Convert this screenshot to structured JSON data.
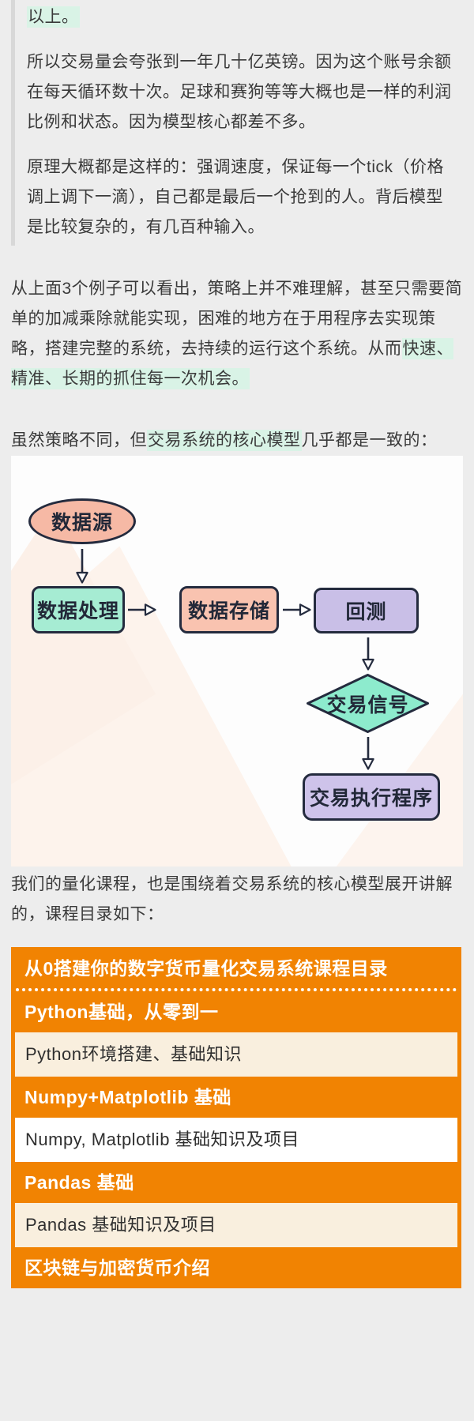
{
  "page": {
    "background_color": "#ededed",
    "text_color": "#3a3a3a",
    "highlight_color": "#d9f3e6"
  },
  "quote": {
    "p0": "以上。",
    "p1": "所以交易量会夸张到一年几十亿英镑。因为这个账号余额在每天循环数十次。足球和赛狗等等大概也是一样的利润比例和状态。因为模型核心都差不多。",
    "p2": "原理大概都是这样的：强调速度，保证每一个tick（价格调上调下一滴），自己都是最后一个抢到的人。背后模型是比较复杂的，有几百种输入。"
  },
  "paragraphs": {
    "p3_pre": "从上面3个例子可以看出，策略上并不难理解，甚至只需要简单的加减乘除就能实现，困难的地方在于用程序去实现策略，搭建完整的系统，去持续的运行这个系统。从而",
    "p3_hl": "快速、精准、长期的抓住每一次机会。",
    "p4_pre": "虽然策略不同，但",
    "p4_hl": "交易系统的核心模型",
    "p4_post": "几乎都是一致的：",
    "p5": "我们的量化课程，也是围绕着交易系统的核心模型展开讲解的，课程目录如下："
  },
  "flowchart": {
    "stroke_color": "#242b3e",
    "nodes": [
      {
        "id": "data-source",
        "label": "数据源",
        "shape": "ellipse",
        "fill": "#f6b9a5"
      },
      {
        "id": "data-process",
        "label": "数据处理",
        "shape": "rect",
        "fill": "#a6ecd3"
      },
      {
        "id": "data-storage",
        "label": "数据存储",
        "shape": "rect",
        "fill": "#f9c3b0"
      },
      {
        "id": "backtest",
        "label": "回测",
        "shape": "rect",
        "fill": "#c9bfe7"
      },
      {
        "id": "trade-signal",
        "label": "交易信号",
        "shape": "diamond",
        "fill": "#8debcd"
      },
      {
        "id": "trade-executor",
        "label": "交易执行程序",
        "shape": "rect",
        "fill": "#cec3ea"
      }
    ],
    "edges": [
      "data-source→data-process",
      "data-process→data-storage",
      "data-storage→backtest",
      "backtest→trade-signal",
      "trade-signal→trade-executor"
    ]
  },
  "course_table": {
    "orange_color": "#f18302",
    "cream_color": "#f9efde",
    "header": "从0搭建你的数字货币量化交易系统课程目录",
    "rows": [
      {
        "type": "section",
        "label": "Python基础，从零到一"
      },
      {
        "type": "item",
        "label": "Python环境搭建、基础知识"
      },
      {
        "type": "section",
        "label": "Numpy+Matplotlib 基础"
      },
      {
        "type": "item",
        "label": "Numpy, Matplotlib 基础知识及项目"
      },
      {
        "type": "section",
        "label": "Pandas 基础"
      },
      {
        "type": "item",
        "label": "Pandas 基础知识及项目"
      },
      {
        "type": "section",
        "label": "区块链与加密货币介绍"
      }
    ]
  }
}
